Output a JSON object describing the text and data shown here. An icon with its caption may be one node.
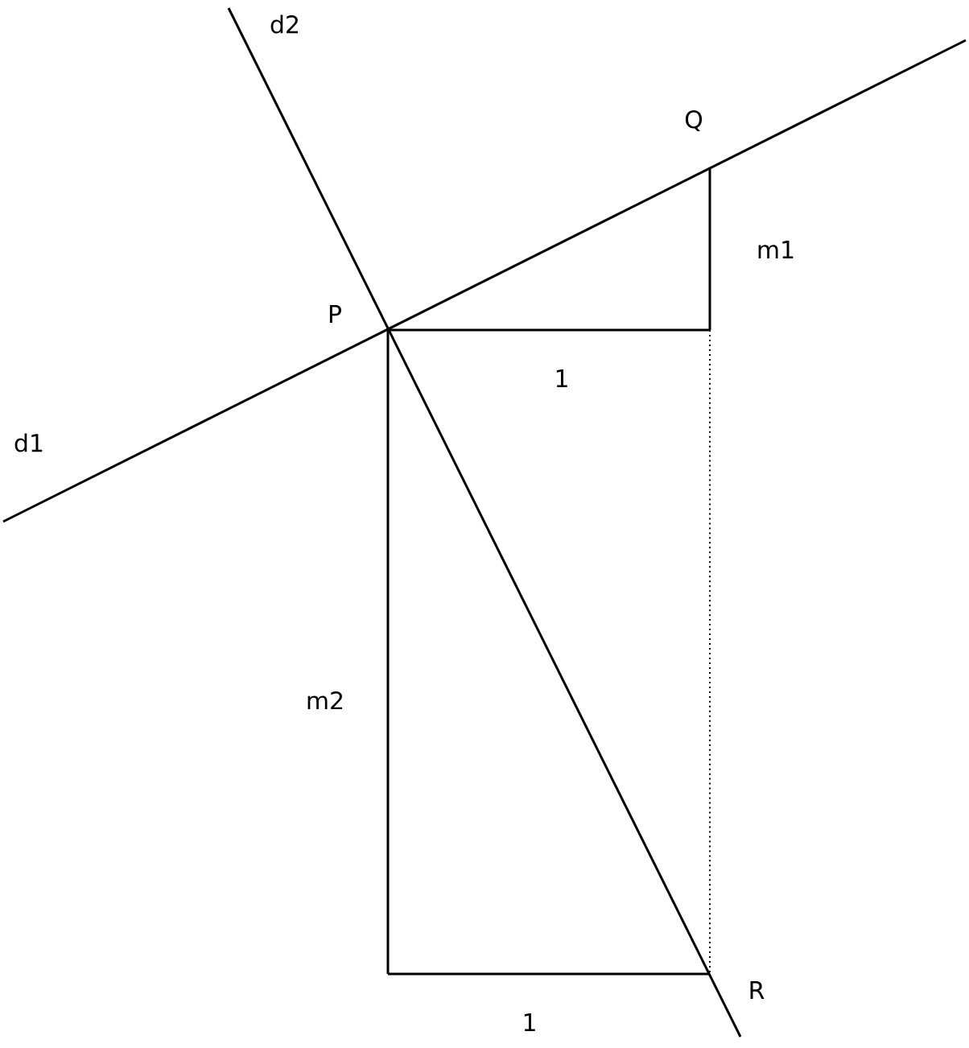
{
  "diagram": {
    "labels": [
      "d2",
      "Q",
      "m1",
      "P",
      "1",
      "d1",
      "m2",
      "R",
      "1"
    ]
  }
}
